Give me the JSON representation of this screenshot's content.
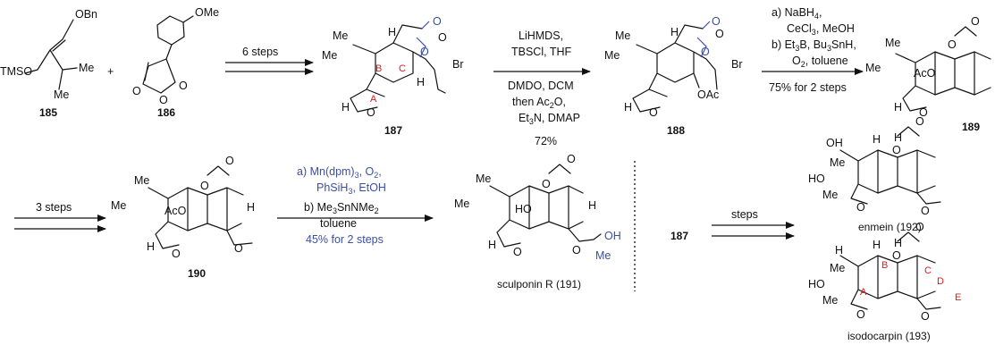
{
  "reactants": {
    "r185_groups": [
      "OBn",
      "TMSO",
      "Me",
      "Me"
    ],
    "r185_label": "185",
    "r186_groups": [
      "OMe",
      "O",
      "O",
      "O"
    ],
    "r186_label": "186",
    "plus": "+"
  },
  "step1": {
    "conditions": "6 steps"
  },
  "c187": {
    "label": "187",
    "atoms": [
      "Me",
      "Me",
      "H",
      "H",
      "O",
      "O",
      "O",
      "Br",
      "H",
      "O"
    ],
    "rings": [
      "A",
      "B",
      "C"
    ]
  },
  "step2": {
    "lines": [
      "LiHMDS,",
      "TBSCl, THF",
      "DMDO, DCM",
      "then Ac",
      "O,",
      "Et",
      "N, DMAP",
      "72%"
    ],
    "subs": [
      "2",
      "3"
    ]
  },
  "c188": {
    "label": "188",
    "atoms": [
      "Me",
      "Me",
      "H",
      "O",
      "O",
      "Br",
      "OAc",
      "H",
      "O",
      "O"
    ]
  },
  "step3": {
    "a_lines": [
      "a) NaBH",
      "CeCl",
      ", MeOH"
    ],
    "b_lines": [
      "b) Et",
      "B, Bu",
      "SnH,",
      "O",
      ", toluene"
    ],
    "yield": "75% for 2 steps",
    "subs": [
      "4",
      "3",
      "3",
      "3",
      "2"
    ]
  },
  "c189": {
    "label": "189",
    "atoms": [
      "Me",
      "Me",
      "AcO",
      "O",
      "O",
      "H",
      "O"
    ]
  },
  "step4": {
    "conditions": "3 steps"
  },
  "c190": {
    "label": "190",
    "atoms": [
      "Me",
      "Me",
      "AcO",
      "O",
      "O",
      "H",
      "O",
      "H",
      "O"
    ]
  },
  "step5": {
    "a_lines": [
      "a)  Mn(dpm)",
      ", O",
      ",",
      "PhSiH",
      ", EtOH"
    ],
    "b_lines": [
      "b)  Me",
      "SnNMe",
      "toluene"
    ],
    "yield": "45% for 2 steps",
    "subs": [
      "3",
      "2",
      "3",
      "3",
      "2"
    ]
  },
  "c191": {
    "label": "sculponin R (191)",
    "atoms": [
      "Me",
      "Me",
      "HO",
      "O",
      "O",
      "H",
      "O",
      "H",
      "O",
      "OH",
      "Me"
    ]
  },
  "step6": {
    "start": "187",
    "conditions": "steps"
  },
  "c192": {
    "label": "enmein (192)",
    "atoms": [
      "OH",
      "H",
      "Me",
      "HO",
      "Me",
      "O",
      "H",
      "O",
      "O",
      "O"
    ]
  },
  "c193": {
    "label": "isodocarpin (193)",
    "atoms": [
      "H",
      "H",
      "Me",
      "HO",
      "Me",
      "O",
      "H",
      "O",
      "O",
      "O"
    ],
    "rings": [
      "A",
      "B",
      "C",
      "D",
      "E"
    ]
  }
}
